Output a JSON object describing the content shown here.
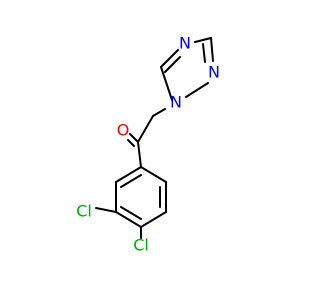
{
  "molecule": {
    "atoms": {
      "N1": {
        "symbol": "N",
        "color": "#0000ff"
      },
      "N2": {
        "symbol": "N",
        "color": "#0000ff"
      },
      "N4": {
        "symbol": "N",
        "color": "#0000ff"
      },
      "O": {
        "symbol": "O",
        "color": "#ff0000"
      },
      "Cl3": {
        "symbol": "Cl",
        "color": "#00aa00"
      },
      "Cl4": {
        "symbol": "Cl",
        "color": "#00aa00"
      }
    },
    "bond_color": "#000000"
  }
}
